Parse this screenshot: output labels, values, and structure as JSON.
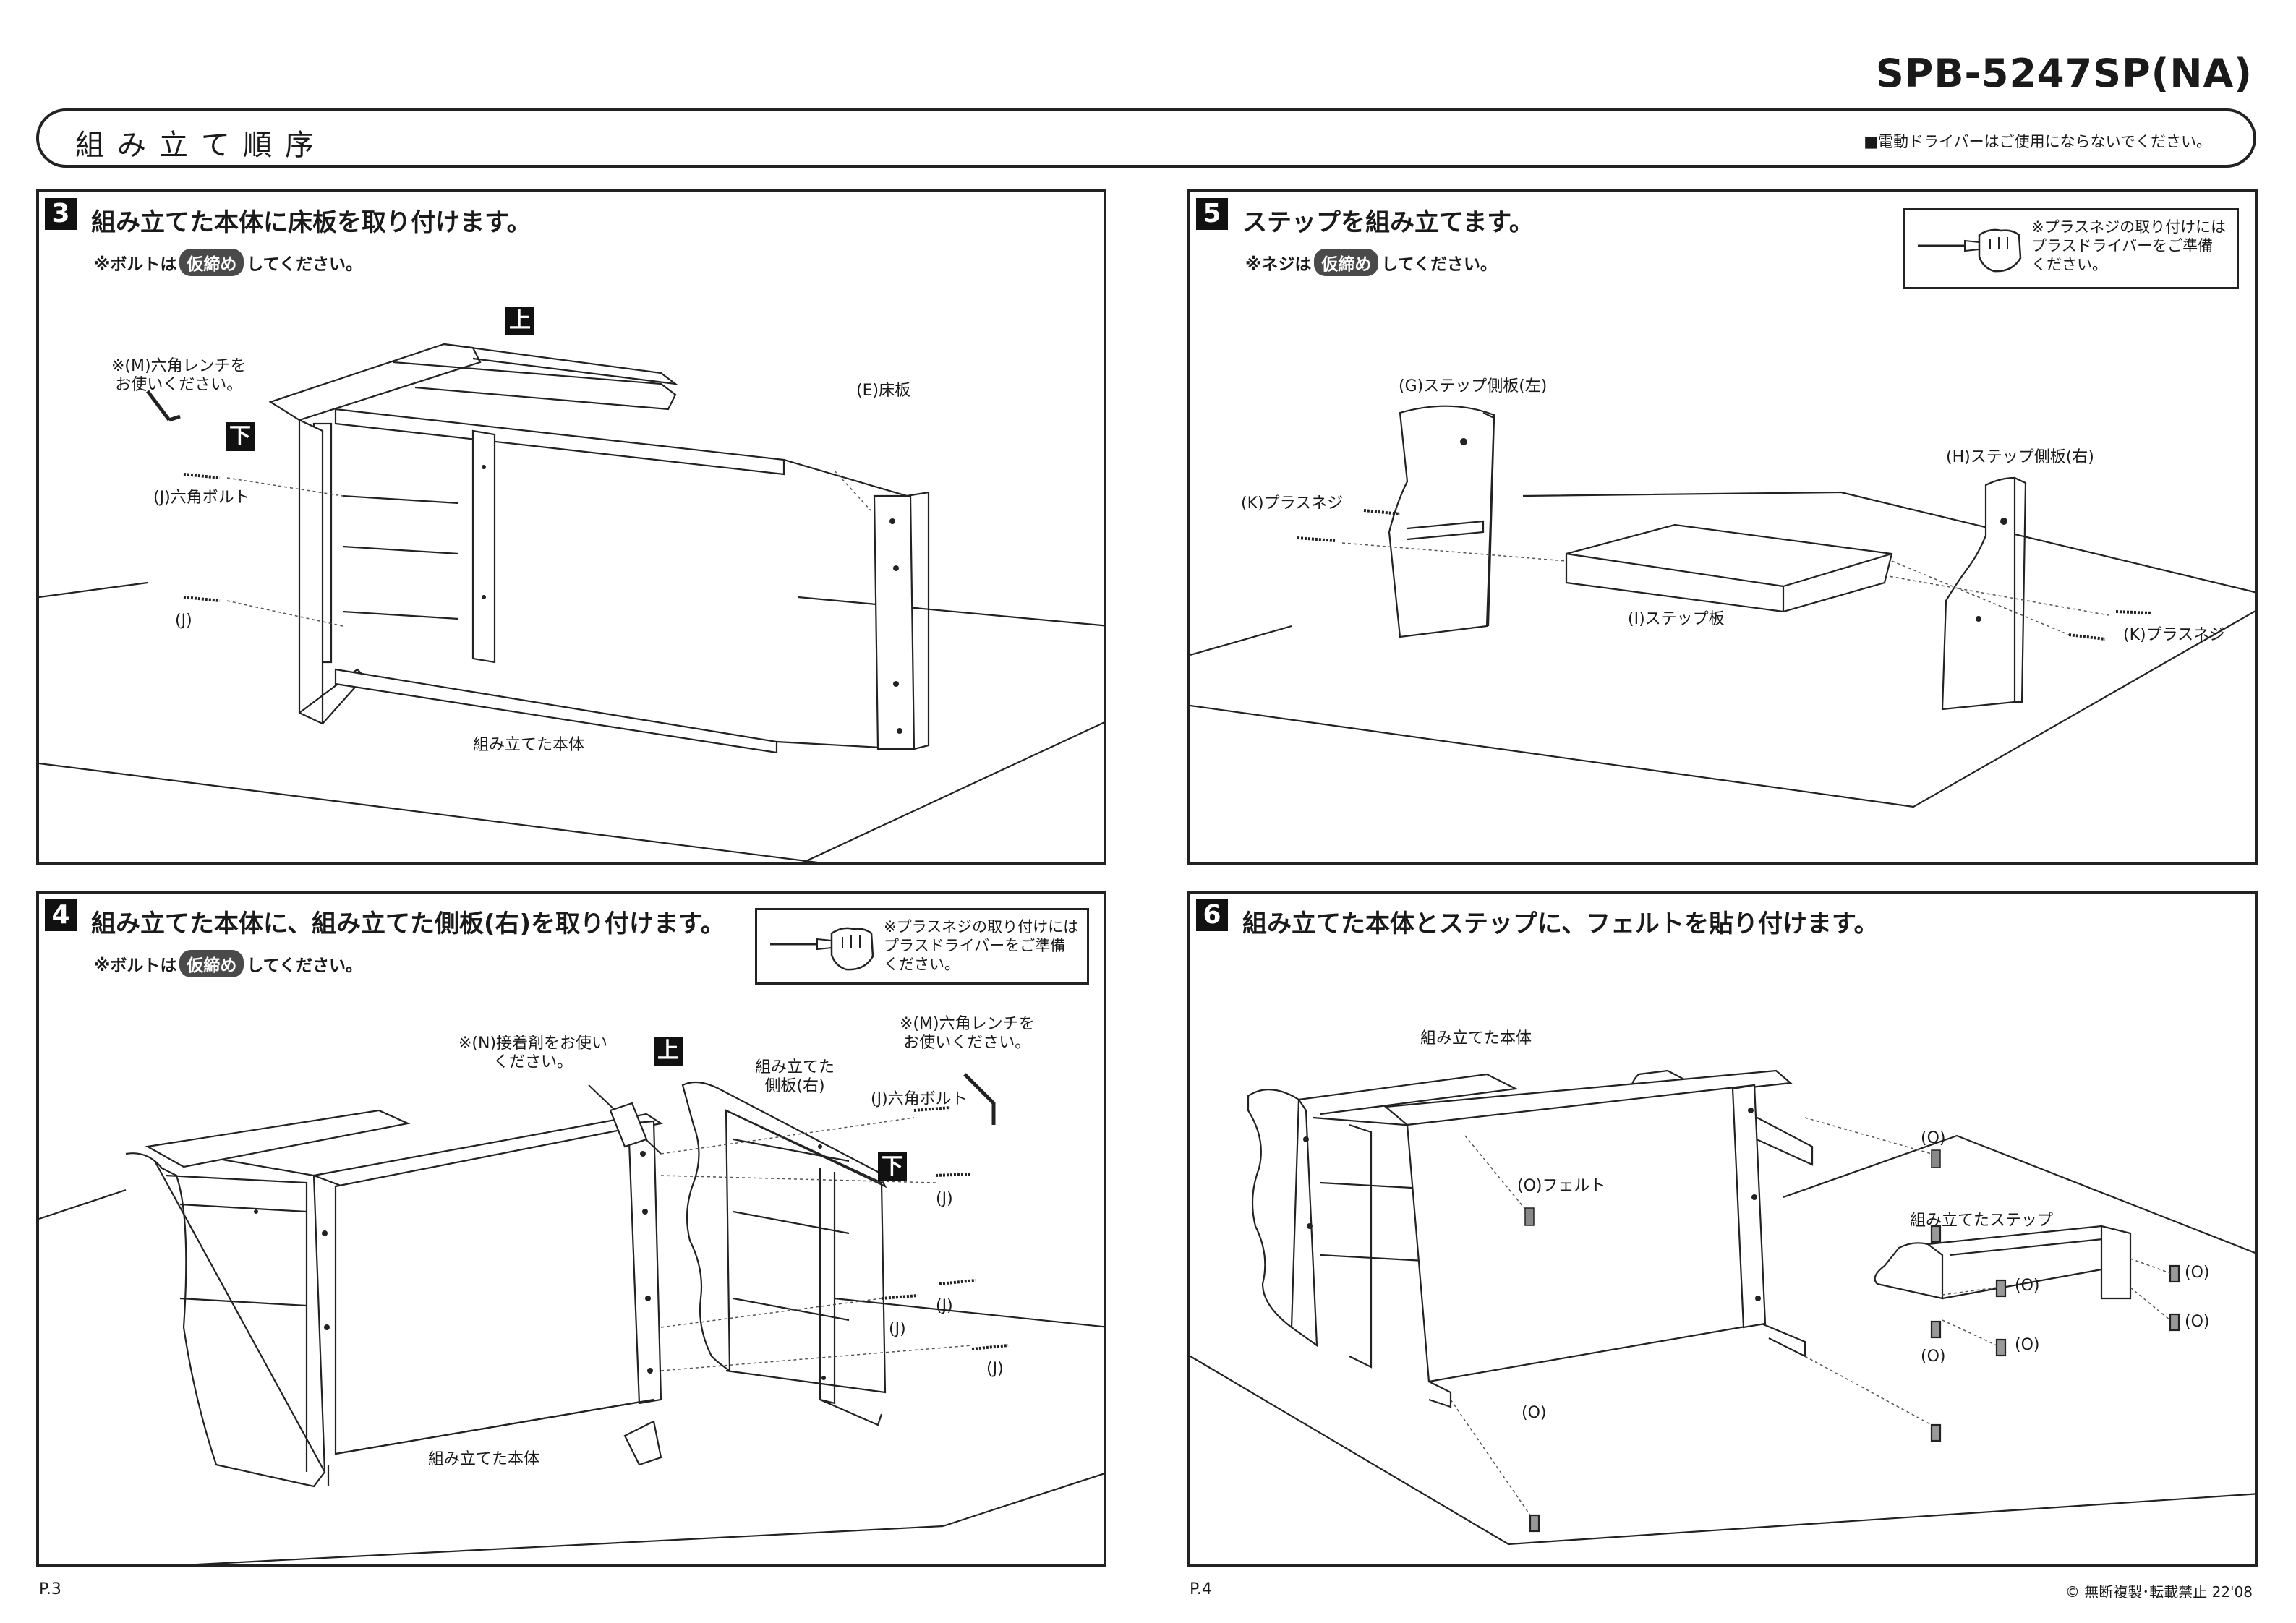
{
  "model_number": "SPB-5247SP(NA)",
  "header": {
    "title": "組み立て順序",
    "note": "■電動ドライバーはご使用にならないでください。"
  },
  "steps": [
    {
      "number": "3",
      "title": "組み立てた本体に床板を取り付けます。",
      "note_prefix": "※ボルトは",
      "note_badge": "仮締め",
      "note_suffix": "してください。",
      "labels": {
        "wrench": "※(M)六角レンチを\nお使いください。",
        "top": "上",
        "bottom": "下",
        "hex_bolt": "(J)六角ボルト",
        "bolt_j": "(J)",
        "floor_board": "(E)床板",
        "body": "組み立てた本体"
      }
    },
    {
      "number": "5",
      "title": "ステップを組み立てます。",
      "note_prefix": "※ネジは",
      "note_badge": "仮締め",
      "note_suffix": "してください。",
      "tip": "※プラスネジの取り付けには\nプラスドライバーをご準備\nください。",
      "labels": {
        "side_left": "(G)ステップ側板(左)",
        "side_right": "(H)ステップ側板(右)",
        "screw_left": "(K)プラスネジ",
        "screw_right": "(K)プラスネジ",
        "step_board": "(I)ステップ板"
      }
    },
    {
      "number": "4",
      "title": "組み立てた本体に、組み立てた側板(右)を取り付けます。",
      "note_prefix": "※ボルトは",
      "note_badge": "仮締め",
      "note_suffix": "してください。",
      "tip": "※プラスネジの取り付けには\nプラスドライバーをご準備\nください。",
      "labels": {
        "glue": "※(N)接着剤をお使い\nください。",
        "top": "上",
        "bottom": "下",
        "assembled_side": "組み立てた\n側板(右)",
        "wrench": "※(M)六角レンチを\nお使いください。",
        "hex_bolt": "(J)六角ボルト",
        "j1": "(J)",
        "j2": "(J)",
        "j3": "(J)",
        "j4": "(J)",
        "body": "組み立てた本体"
      }
    },
    {
      "number": "6",
      "title": "組み立てた本体とステップに、フェルトを貼り付けます。",
      "labels": {
        "body": "組み立てた本体",
        "felt": "(O)フェルト",
        "step": "組み立てたステップ",
        "o1": "(O)",
        "o2": "(O)",
        "o3": "(O)",
        "o4": "(O)",
        "o5": "(O)",
        "o6": "(O)",
        "o7": "(O)"
      }
    }
  ],
  "footer": {
    "page_left": "P.3",
    "page_right": "P.4",
    "copyright": "© 無断複製･転載禁止 22'08"
  }
}
